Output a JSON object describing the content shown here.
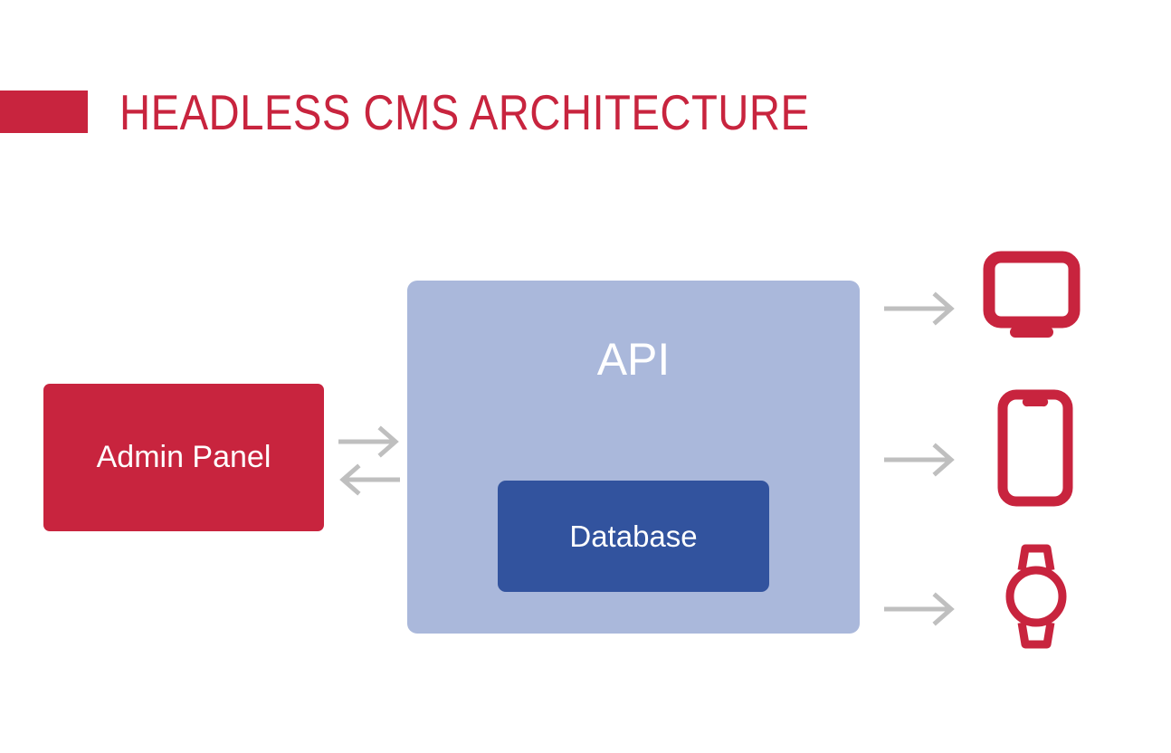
{
  "header": {
    "title": "HEADLESS CMS ARCHITECTURE",
    "accent_color": "#c8243e"
  },
  "diagram": {
    "type": "architecture-flow",
    "background": "#ffffff",
    "nodes": [
      {
        "id": "admin-panel",
        "label": "Admin Panel",
        "fill": "#c8243e",
        "text_color": "#ffffff",
        "shape": "rounded-rect"
      },
      {
        "id": "api",
        "label": "API",
        "fill": "#aab8db",
        "text_color": "#ffffff",
        "shape": "rounded-rect"
      },
      {
        "id": "database",
        "label": "Database",
        "fill": "#32539e",
        "text_color": "#ffffff",
        "shape": "rounded-rect",
        "parent": "api"
      }
    ],
    "clients": [
      {
        "id": "desktop",
        "icon": "monitor-icon",
        "color": "#c8243e"
      },
      {
        "id": "mobile",
        "icon": "smartphone-icon",
        "color": "#c8243e"
      },
      {
        "id": "watch",
        "icon": "smartwatch-icon",
        "color": "#c8243e"
      }
    ],
    "arrows": [
      {
        "id": "admin-to-api",
        "from": "admin-panel",
        "to": "api",
        "direction": "right",
        "color": "#bfbfbf"
      },
      {
        "id": "api-to-admin",
        "from": "api",
        "to": "admin-panel",
        "direction": "left",
        "color": "#bfbfbf"
      },
      {
        "id": "api-to-desktop",
        "from": "api",
        "to": "desktop",
        "direction": "right",
        "color": "#bfbfbf"
      },
      {
        "id": "api-to-mobile",
        "from": "api",
        "to": "mobile",
        "direction": "right",
        "color": "#bfbfbf"
      },
      {
        "id": "api-to-watch",
        "from": "api",
        "to": "watch",
        "direction": "right",
        "color": "#bfbfbf"
      }
    ]
  }
}
